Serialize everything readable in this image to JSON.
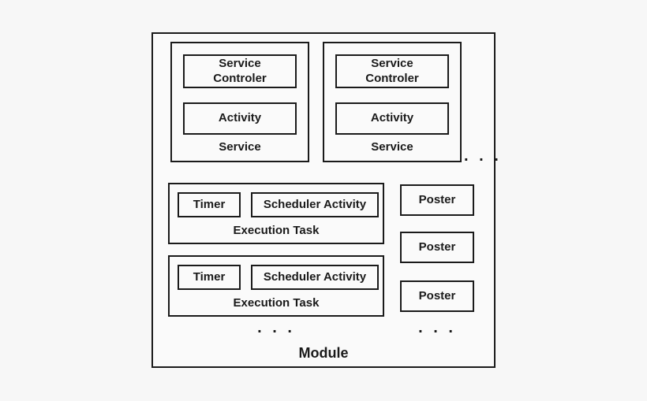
{
  "colors": {
    "page_bg": "#f7f7f7",
    "box_fill": "#fafafa",
    "border": "#1a1a1a",
    "text": "#1a1a1a"
  },
  "module": {
    "label": "Module",
    "services": [
      {
        "label": "Service",
        "controller_line1": "Service",
        "controller_line2": "Controler",
        "activity": "Activity"
      },
      {
        "label": "Service",
        "controller_line1": "Service",
        "controller_line2": "Controler",
        "activity": "Activity"
      }
    ],
    "services_ellipsis": ". . .",
    "execution_tasks": [
      {
        "label": "Execution Task",
        "timer": "Timer",
        "scheduler": "Scheduler Activity"
      },
      {
        "label": "Execution Task",
        "timer": "Timer",
        "scheduler": "Scheduler Activity"
      }
    ],
    "execution_tasks_ellipsis": ". . .",
    "posters": [
      {
        "label": "Poster"
      },
      {
        "label": "Poster"
      },
      {
        "label": "Poster"
      }
    ],
    "posters_ellipsis": ". . ."
  }
}
